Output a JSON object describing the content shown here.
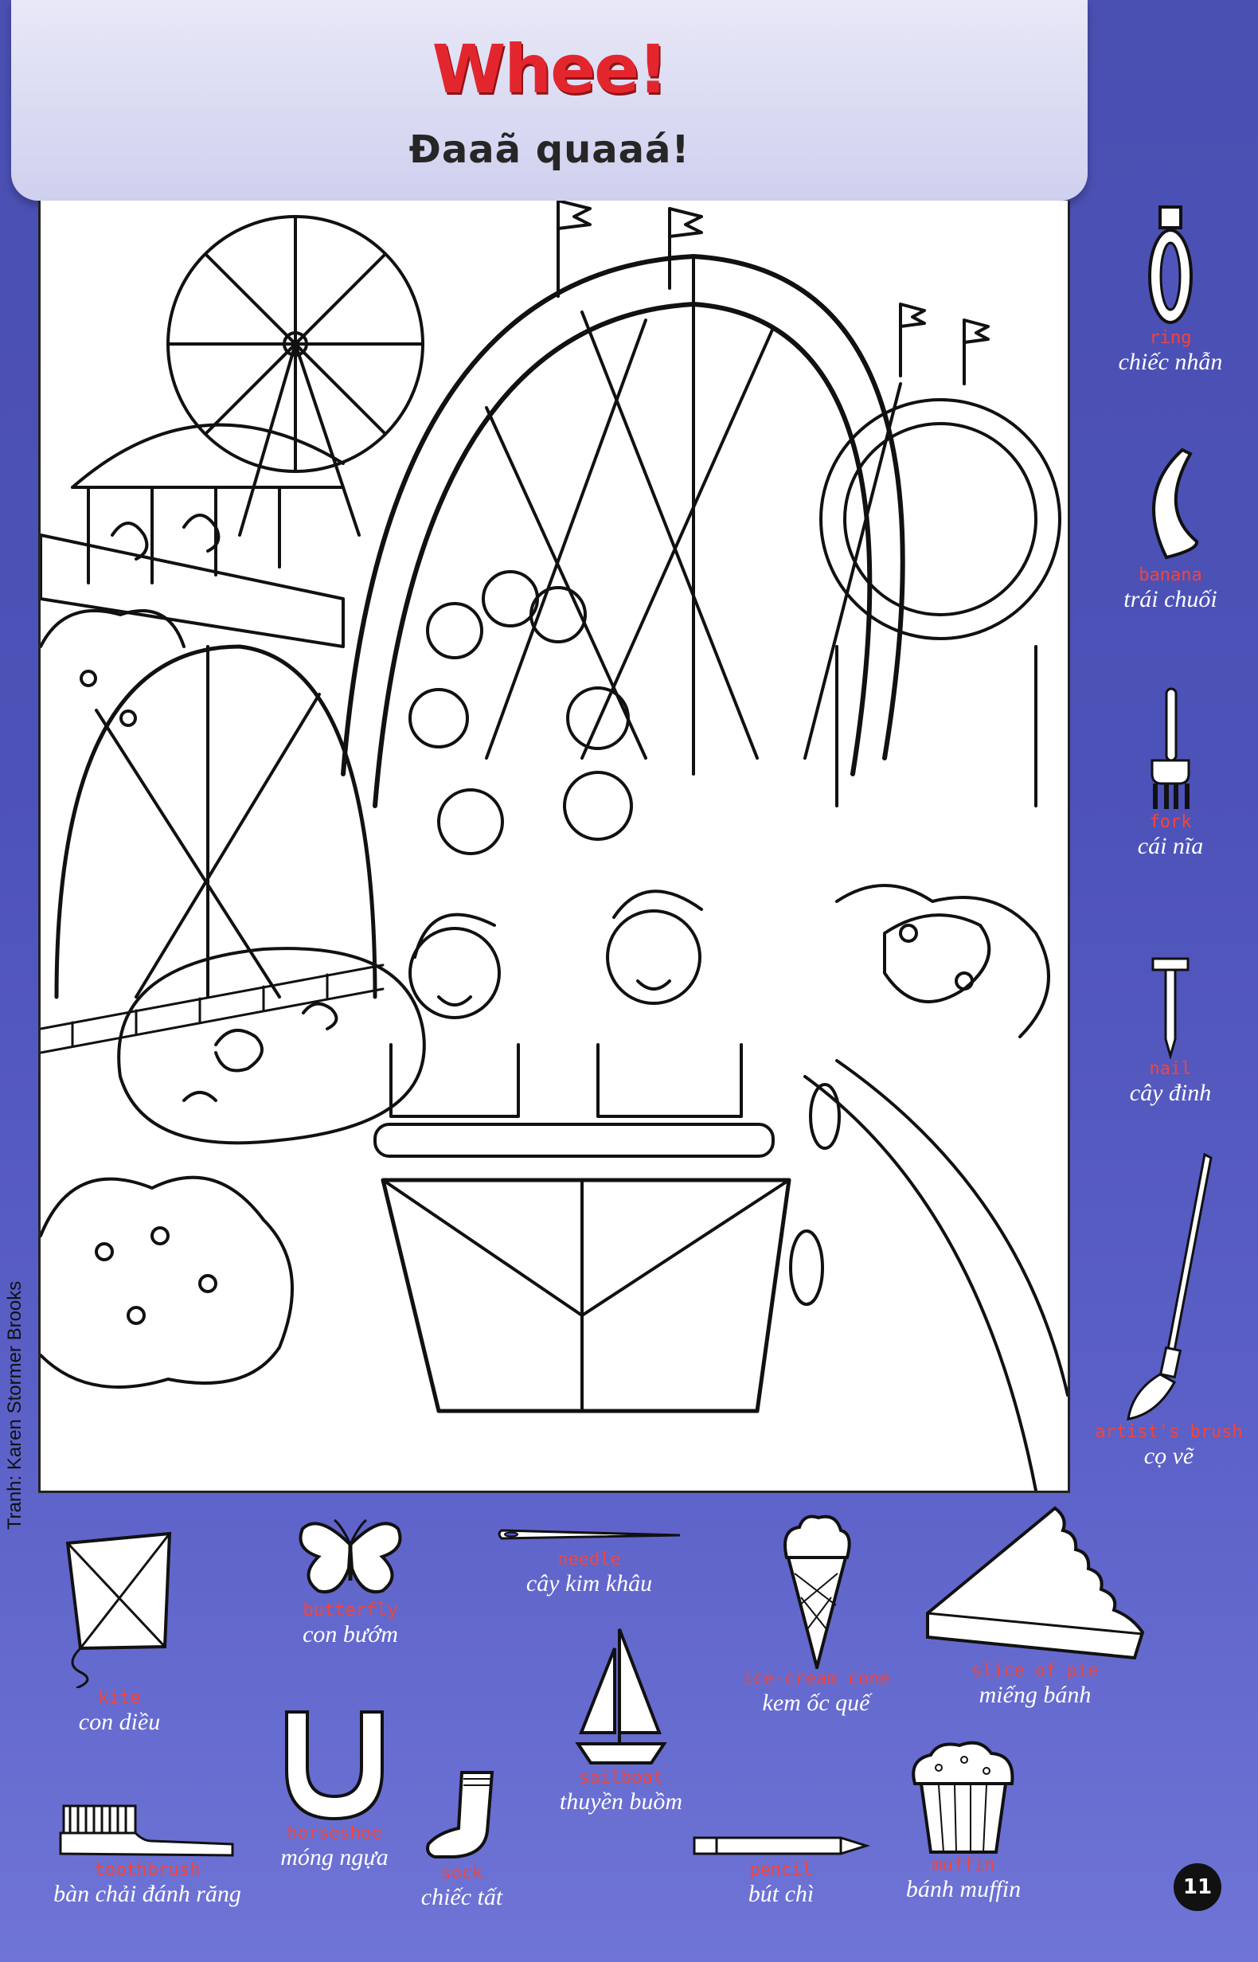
{
  "header": {
    "title": "Whee!",
    "subtitle": "Đaaã quaaá!"
  },
  "credit": "Tranh: Karen Stormer Brooks",
  "page_number": "11",
  "items": {
    "ring": {
      "en": "ring",
      "vi": "chiếc nhẫn",
      "icon": "ring-icon"
    },
    "banana": {
      "en": "banana",
      "vi": "trái chuối",
      "icon": "banana-icon"
    },
    "fork": {
      "en": "fork",
      "vi": "cái nĩa",
      "icon": "fork-icon"
    },
    "nail": {
      "en": "nail",
      "vi": "cây đinh",
      "icon": "nail-icon"
    },
    "artists_brush": {
      "en": "artist's brush",
      "vi": "cọ vẽ",
      "icon": "paintbrush-icon"
    },
    "kite": {
      "en": "kite",
      "vi": "con diều",
      "icon": "kite-icon"
    },
    "butterfly": {
      "en": "butterfly",
      "vi": "con bướm",
      "icon": "butterfly-icon"
    },
    "needle": {
      "en": "needle",
      "vi": "cây kim khâu",
      "icon": "needle-icon"
    },
    "ice_cream_cone": {
      "en": "ice-cream cone",
      "vi": "kem ốc quế",
      "icon": "ice-cream-cone-icon"
    },
    "slice_of_pie": {
      "en": "slice of pie",
      "vi": "miếng bánh",
      "icon": "pie-slice-icon"
    },
    "horseshoe": {
      "en": "horseshoe",
      "vi": "móng ngựa",
      "icon": "horseshoe-icon"
    },
    "sailboat": {
      "en": "sailboat",
      "vi": "thuyền buồm",
      "icon": "sailboat-icon"
    },
    "toothbrush": {
      "en": "toothbrush",
      "vi": "bàn chải đánh răng",
      "icon": "toothbrush-icon"
    },
    "sock": {
      "en": "sock",
      "vi": "chiếc tất",
      "icon": "sock-icon"
    },
    "pencil": {
      "en": "pencil",
      "vi": "bút chì",
      "icon": "pencil-icon"
    },
    "muffin": {
      "en": "muffin",
      "vi": "bánh muffin",
      "icon": "muffin-icon"
    }
  }
}
